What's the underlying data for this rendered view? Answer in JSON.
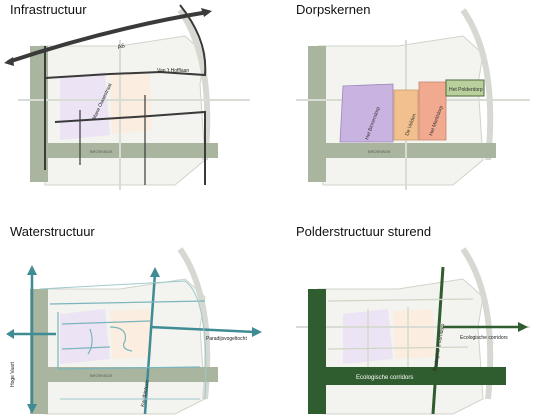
{
  "colors": {
    "road_dark": "#3a3a3a",
    "greenbelt": "#a9b59e",
    "district_purple": "#c9b3e0",
    "district_orange": "#f2c08f",
    "district_salmon": "#f1a98f",
    "district_green": "#b9cf9c",
    "water_teal": "#3f8c94",
    "polder_green": "#2f5d2f"
  },
  "panels": [
    {
      "title": "Infrastructuur",
      "labels": {
        "highway": "A6",
        "road_north": "Van 't Hofflaan",
        "road_diag": "Mane Ouwestraat",
        "strip": "BROEKBOS"
      }
    },
    {
      "title": "Dorpskernen",
      "labels": {
        "d1": "Het Binnendorp",
        "d2": "De Velden",
        "d3": "Het Marktdorp",
        "d4": "Het Polderdorp",
        "strip": "BROEKBOS"
      }
    },
    {
      "title": "Waterstructuur",
      "labels": {
        "left_canal": "Hoge Vaart",
        "mid_canal": "Kwelbiotoch",
        "right_canal": "Paradijsvogeltocht",
        "strip": "BROEKBOS"
      }
    },
    {
      "title": "Polderstructuur sturend",
      "labels": {
        "corridor_h": "Ecologische corridors",
        "corridor_v": "Ecologische corridors",
        "corridor_r": "Ecologische corridors"
      }
    }
  ]
}
